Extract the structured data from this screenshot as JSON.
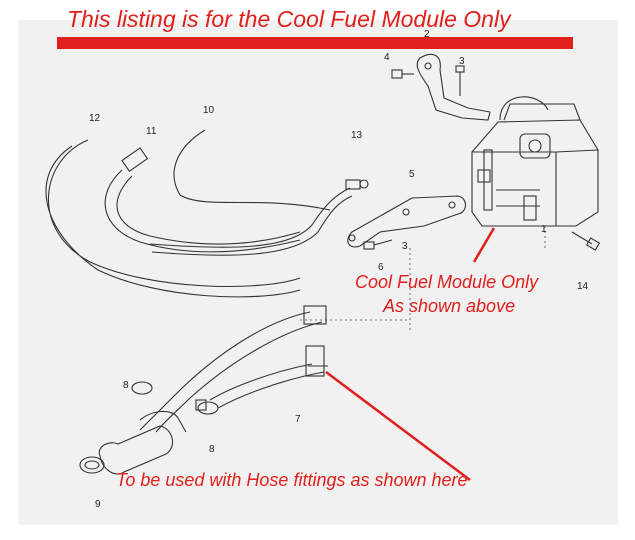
{
  "header": {
    "title": "This listing is for the Cool Fuel Module Only"
  },
  "captions": {
    "module_line1": "Cool Fuel Module Only",
    "module_line2": "As shown above",
    "hose_note": "To be used with Hose fittings as shown here"
  },
  "callouts": {
    "c1": "1",
    "c2": "2",
    "c3a": "3",
    "c3b": "3",
    "c4": "4",
    "c5": "5",
    "c6": "6",
    "c7": "7",
    "c8a": "8",
    "c8b": "8",
    "c9": "9",
    "c10": "10",
    "c11": "11",
    "c12": "12",
    "c13": "13",
    "c14": "14"
  },
  "colors": {
    "accent_red": "#e0201c",
    "line": "#333333",
    "paper": "#f1f1f1"
  }
}
